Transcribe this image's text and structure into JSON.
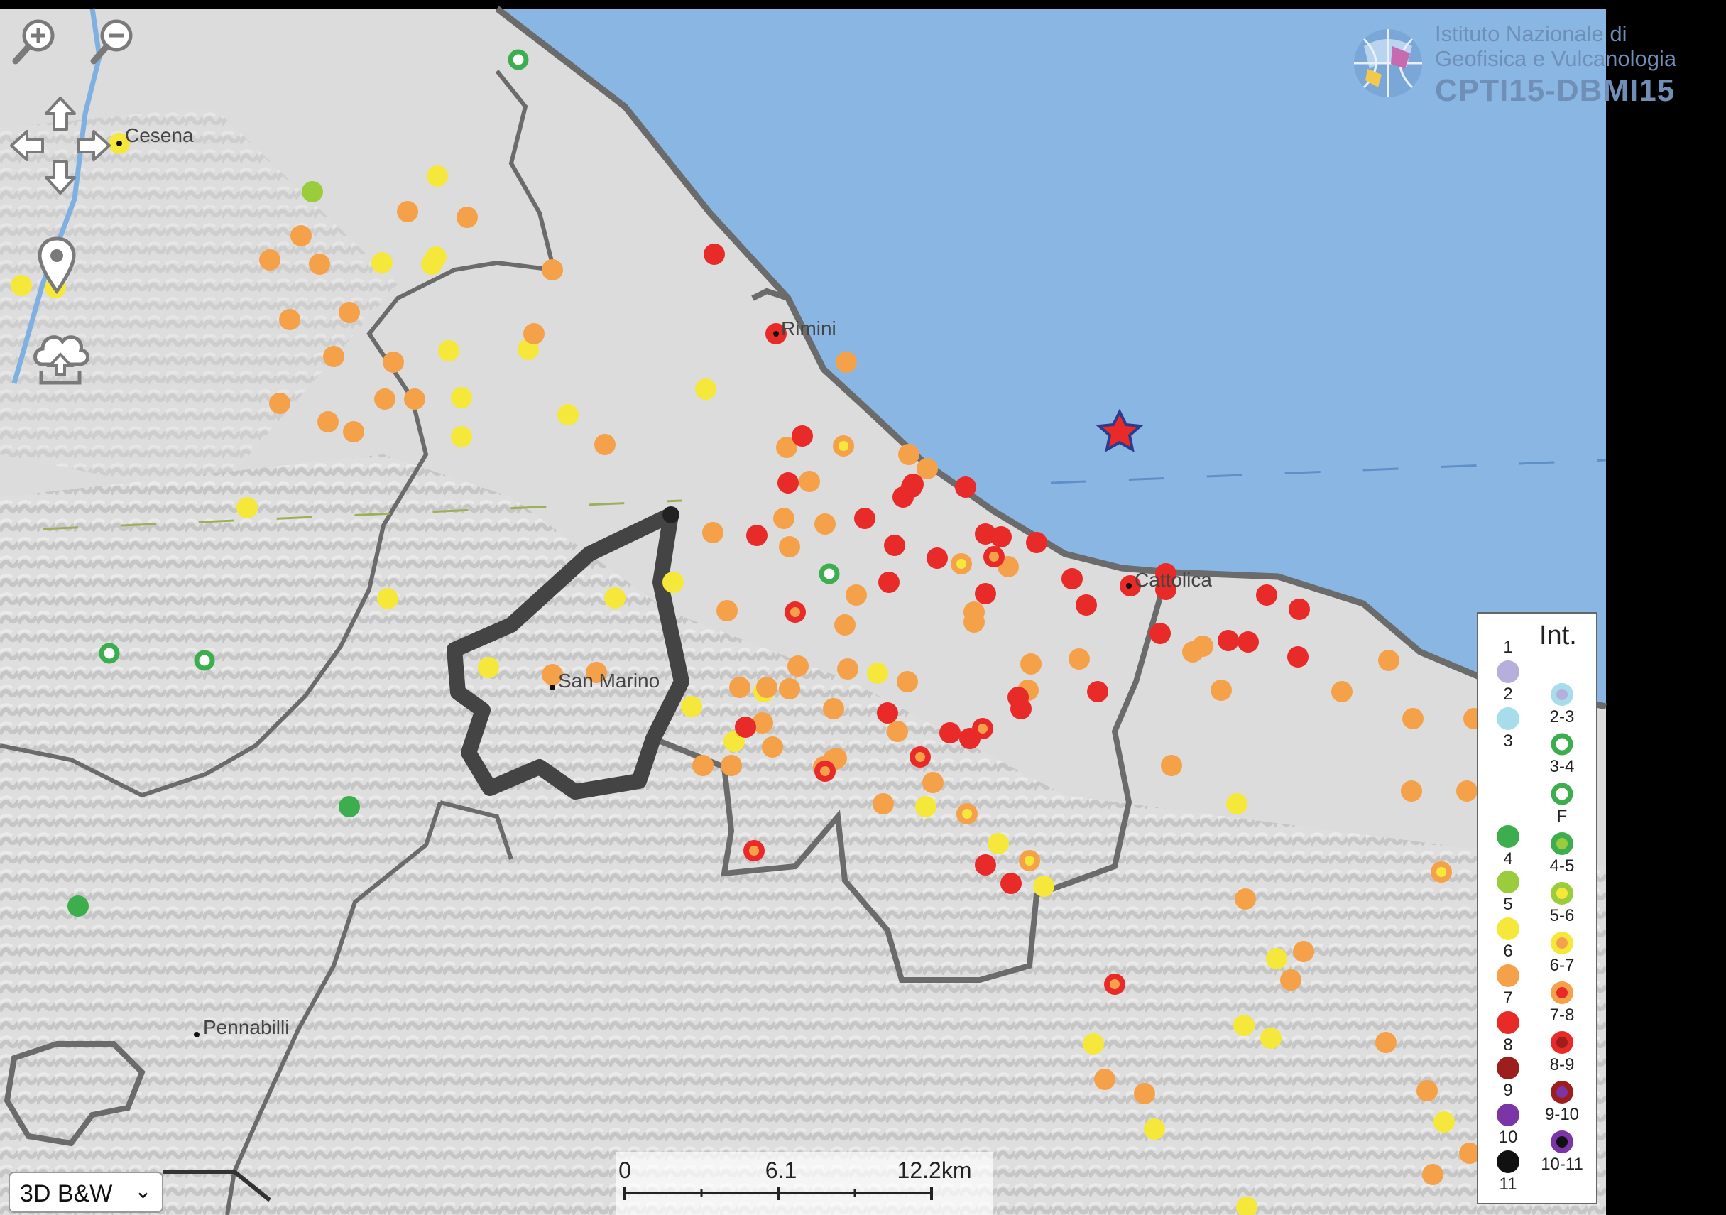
{
  "logo": {
    "line1": "Istituto Nazionale di",
    "line2": "Geofisica e Vulcanologia",
    "line3": "CPTI15-DBMI15"
  },
  "places": [
    {
      "name": "Cesena"
    },
    {
      "name": "Rimini"
    },
    {
      "name": "Cattolica"
    },
    {
      "name": "San Marino"
    },
    {
      "name": "Pennabilli"
    }
  ],
  "legend": {
    "title": "Int.",
    "single": [
      "1",
      "2",
      "3",
      "4",
      "5",
      "6",
      "7",
      "8",
      "9",
      "10",
      "11"
    ],
    "range": [
      "2-3",
      "3-4",
      "F",
      "4-5",
      "5-6",
      "6-7",
      "7-8",
      "8-9",
      "9-10",
      "10-11"
    ]
  },
  "scale": {
    "labels": [
      "0",
      "6.1",
      "12.2km"
    ]
  },
  "basemap": {
    "selected": "3D B&W"
  },
  "colors": {
    "sea": "#8ab6e3",
    "land": "#dcdcdc",
    "border": "#6b6b6b",
    "int1": "#ffffff",
    "int2": "#b7afdb",
    "int3": "#a7dcea",
    "int4": "#3cae4e",
    "int5": "#9bcc3c",
    "int6": "#f5e83a",
    "int7": "#f5a14a",
    "int8": "#e82a28",
    "int9": "#9e1e1e",
    "int10": "#7c35a6",
    "int11": "#111111"
  },
  "icons": [
    "zoom-in-icon",
    "zoom-out-icon",
    "pan-arrows-icon",
    "location-pin-icon",
    "cloud-download-icon",
    "epicenter-star-icon",
    "chevron-down-icon"
  ]
}
